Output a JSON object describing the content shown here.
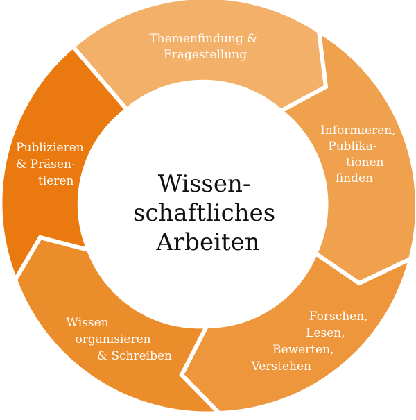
{
  "diagram": {
    "center_title": [
      "Wissen-",
      "schaftliches",
      "Arbeiten"
    ],
    "steps": [
      {
        "id": "themenfindung",
        "lines": [
          "Themenfindung &",
          "Fragestellung"
        ],
        "color": "#f3b069"
      },
      {
        "id": "informieren",
        "lines": [
          "Informieren,",
          "Publika-",
          "tionen",
          "finden"
        ],
        "color": "#f0a14e"
      },
      {
        "id": "forschen",
        "lines": [
          "Forschen,",
          "Lesen,",
          "Bewerten,",
          "Verstehen"
        ],
        "color": "#ee963c"
      },
      {
        "id": "wissen",
        "lines": [
          "Wissen",
          "organisieren",
          "& Schreiben"
        ],
        "color": "#ec8d2c"
      },
      {
        "id": "publizieren",
        "lines": [
          "Publizieren",
          "& Präsen-",
          "tieren"
        ],
        "color": "#ea7a10"
      }
    ]
  }
}
